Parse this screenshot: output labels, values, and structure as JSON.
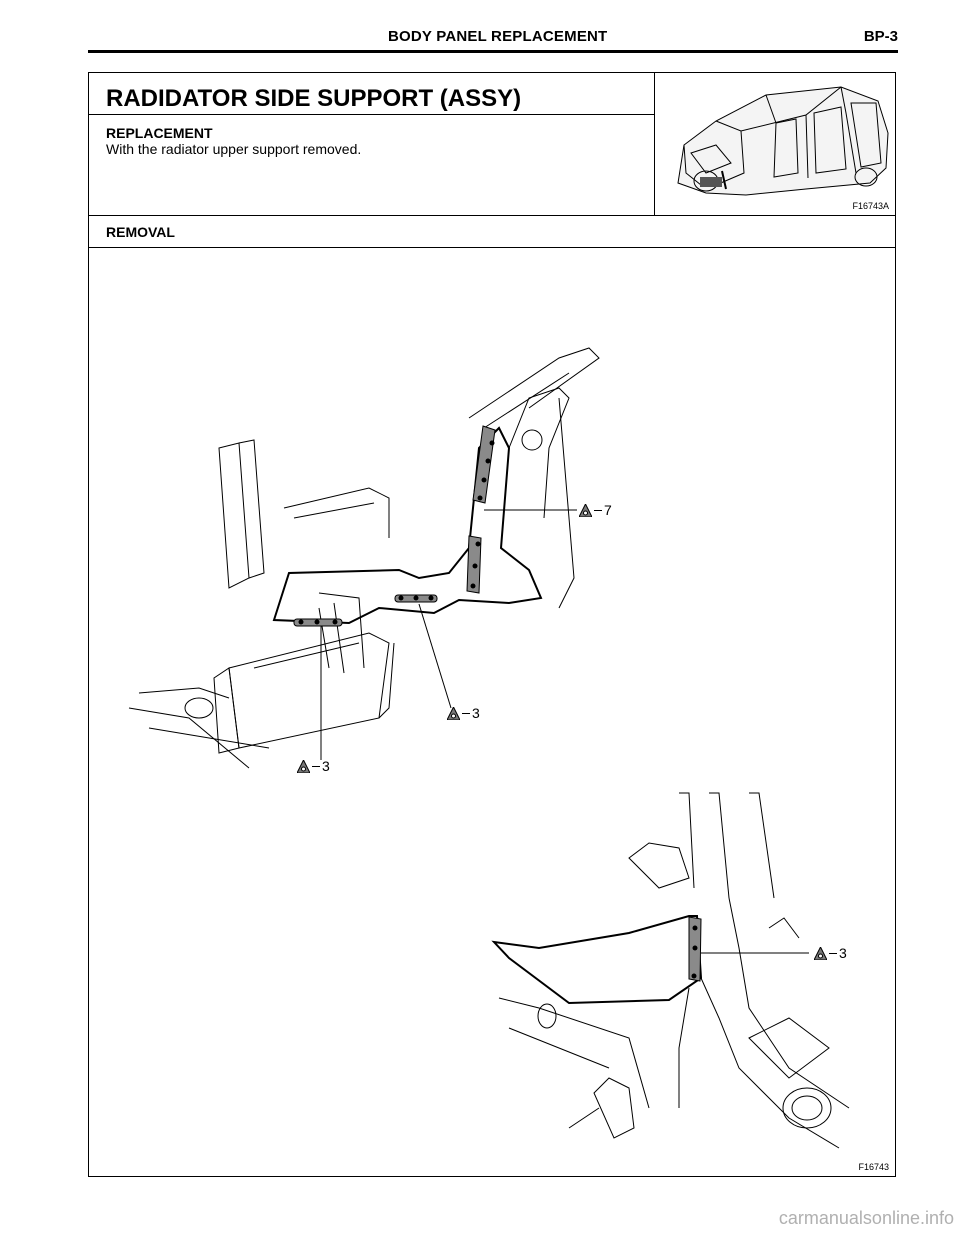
{
  "header": {
    "title": "BODY PANEL REPLACEMENT",
    "page_number": "BP-3"
  },
  "section": {
    "title": "RADIDATOR SIDE SUPPORT (ASSY)",
    "subheading": "REPLACEMENT",
    "text": "With the radiator upper support removed.",
    "thumbnail_code": "F16743A"
  },
  "removal": {
    "heading": "REMOVAL",
    "figure_code": "F16743",
    "callouts": [
      {
        "icon": "spot-weld-icon",
        "count": "7"
      },
      {
        "icon": "spot-weld-icon",
        "count": "3"
      },
      {
        "icon": "spot-weld-icon",
        "count": "3"
      },
      {
        "icon": "spot-weld-icon",
        "count": "3"
      }
    ]
  },
  "footer": {
    "watermark": "carmanualsonline.info"
  }
}
